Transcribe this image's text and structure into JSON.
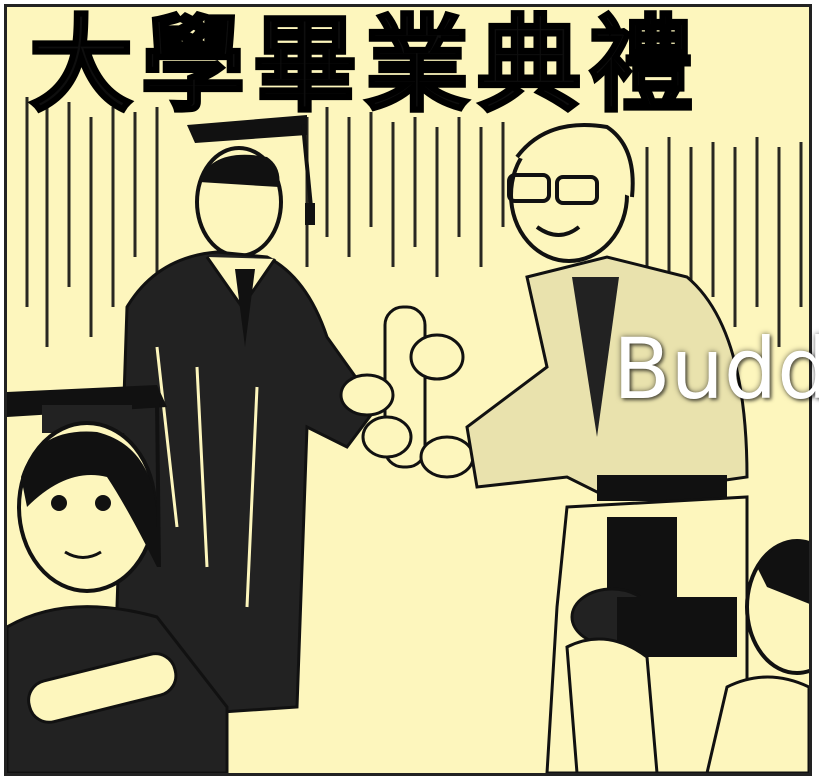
{
  "banner": {
    "text": "大學畢業典禮"
  },
  "overlay": {
    "text": "Budd"
  },
  "colors": {
    "background": "#fdf6bd",
    "ink": "#111111",
    "overlay_text": "#ffffff"
  },
  "illustration": {
    "scene": "graduation-ceremony-comic",
    "figures": [
      "graduate-in-cap-and-gown",
      "professor-with-glasses",
      "female-graduate-with-scroll",
      "cameraman-with-video-camera"
    ]
  }
}
